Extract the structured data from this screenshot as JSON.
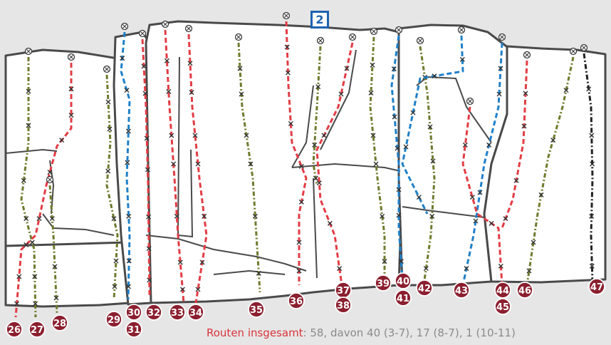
{
  "sector_label": "2",
  "summary": {
    "label": "Routen insgesamt",
    "text": ": 58, davon 40 (3-7), 17 (8-7), 1 (10-11)"
  },
  "colors": {
    "green": "#6f7a2c",
    "red": "#e23c44",
    "blue": "#1f80c8",
    "black": "#222222",
    "badge": "#8b1f2f",
    "rock_outline": "#4a4a4a",
    "shadow": "#bfbfbf"
  },
  "routes": [
    {
      "number": "26",
      "color": "red"
    },
    {
      "number": "27",
      "color": "green"
    },
    {
      "number": "28",
      "color": "green"
    },
    {
      "number": "29",
      "color": "green"
    },
    {
      "number": "30",
      "color": "blue"
    },
    {
      "number": "31",
      "color": "blue"
    },
    {
      "number": "32",
      "color": "red"
    },
    {
      "number": "33",
      "color": "red"
    },
    {
      "number": "34",
      "color": "red"
    },
    {
      "number": "35",
      "color": "green"
    },
    {
      "number": "36",
      "color": "red"
    },
    {
      "number": "37",
      "color": "red"
    },
    {
      "number": "38",
      "color": "red"
    },
    {
      "number": "39",
      "color": "green"
    },
    {
      "number": "40",
      "color": "blue"
    },
    {
      "number": "41",
      "color": "blue"
    },
    {
      "number": "42",
      "color": "green"
    },
    {
      "number": "43",
      "color": "blue"
    },
    {
      "number": "44",
      "color": "red"
    },
    {
      "number": "45",
      "color": "red"
    },
    {
      "number": "46",
      "color": "green"
    },
    {
      "number": "47",
      "color": "black"
    }
  ]
}
